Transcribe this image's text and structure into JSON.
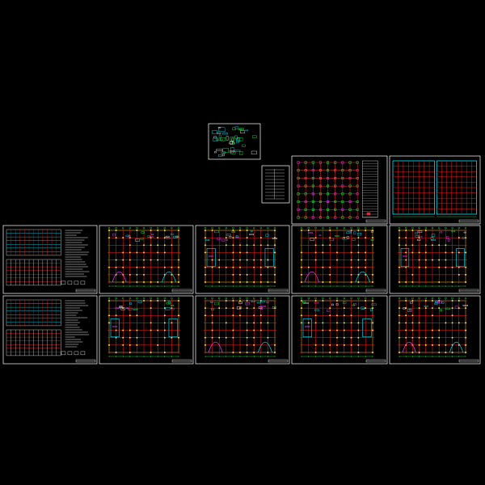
{
  "canvas": {
    "background": "#000000"
  },
  "palette": {
    "frame": "#ffffff",
    "grid_red": "#ff2020",
    "grid_green": "#20ff40",
    "cyan": "#00e8ff",
    "magenta": "#ff40ff",
    "yellow": "#ffff40",
    "white": "#f0f0f0"
  },
  "sheets": [
    {
      "name": "thumbnail-sheet",
      "kind": "thumbnail"
    },
    {
      "name": "legend-sheet",
      "kind": "legend"
    },
    {
      "name": "column-grid-plan",
      "kind": "column-grid"
    },
    {
      "name": "twin-frame-plan",
      "kind": "twin-frame"
    },
    {
      "name": "elevations-notes-sheet",
      "kind": "elevations"
    },
    {
      "name": "floor-plan-a",
      "kind": "plan"
    },
    {
      "name": "floor-plan-b",
      "kind": "plan"
    },
    {
      "name": "floor-plan-c",
      "kind": "plan"
    },
    {
      "name": "floor-plan-d",
      "kind": "plan"
    },
    {
      "name": "elevations-detail-sheet",
      "kind": "elevations"
    },
    {
      "name": "floor-plan-e",
      "kind": "plan"
    },
    {
      "name": "floor-plan-f",
      "kind": "plan"
    },
    {
      "name": "floor-plan-g",
      "kind": "plan"
    },
    {
      "name": "floor-plan-h",
      "kind": "plan"
    }
  ]
}
